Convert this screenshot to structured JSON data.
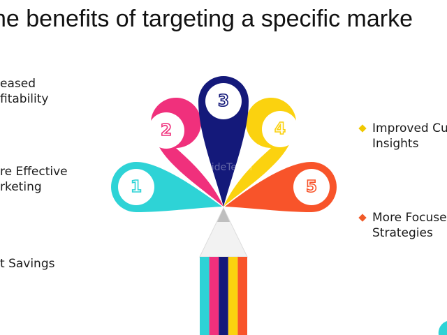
{
  "slide": {
    "title": "he benefits of targeting a specific marke",
    "left_items": [
      {
        "line1": "eased",
        "line2": "fitability"
      },
      {
        "line1": "re Effective",
        "line2": "rketing"
      },
      {
        "line1": "t Savings",
        "line2": ""
      }
    ],
    "right_items": [
      {
        "line1": "Improved Cu",
        "line2": "Insights"
      },
      {
        "line1": "More Focuse",
        "line2": "Strategies"
      }
    ],
    "watermark": "SlideTeam"
  },
  "petals": [
    {
      "number": "1",
      "color": "#2ed3d6"
    },
    {
      "number": "2",
      "color": "#f0307c"
    },
    {
      "number": "3",
      "color": "#14197a"
    },
    {
      "number": "4",
      "color": "#fbd20f"
    },
    {
      "number": "5",
      "color": "#f8542a"
    }
  ],
  "pencil_stripes": [
    "#2ed3d6",
    "#f0307c",
    "#14197a",
    "#fbd20f",
    "#f8542a"
  ],
  "bullet_colors": {
    "insights": "#f0c800",
    "strategies": "#f05a28"
  }
}
